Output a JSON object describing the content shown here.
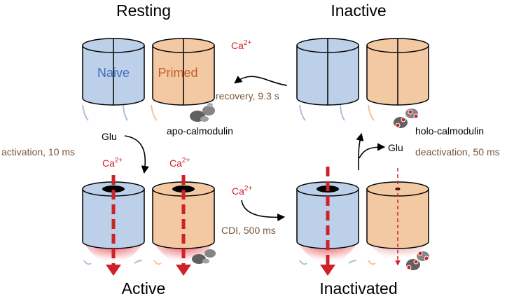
{
  "states": {
    "resting": "Resting",
    "inactive": "Inactive",
    "active": "Active",
    "inactivated": "Inactivated"
  },
  "channels": {
    "naive": "Naive",
    "primed": "Primed"
  },
  "calmodulin": {
    "apo": "apo-calmodulin",
    "holo": "holo-calmodulin"
  },
  "transitions": {
    "activation": "activation, 10 ms",
    "recovery": "recovery, 9.3 s",
    "cdi": "CDI, 500 ms",
    "deactivation": "deactivation, 50 ms"
  },
  "ions": {
    "ca_base": "Ca",
    "ca_charge": "2+",
    "glu": "Glu"
  },
  "colors": {
    "naive_fill": "#bcd0ea",
    "primed_fill": "#f3c9a4",
    "naive_text": "#3f6eb8",
    "primed_text": "#c0612a",
    "step_text": "#7a5638",
    "ca_red": "#d0202a"
  }
}
